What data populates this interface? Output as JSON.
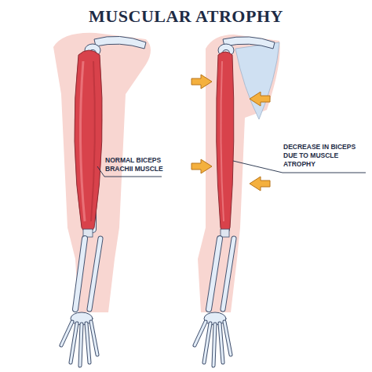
{
  "diagram": {
    "title": "MUSCULAR ATROPHY",
    "labels": [
      "NORMAL BICEPS BRACHII MUSCLE",
      "DECREASE IN BICEPS DUE TO MUSCLE ATROPHY"
    ]
  }
}
